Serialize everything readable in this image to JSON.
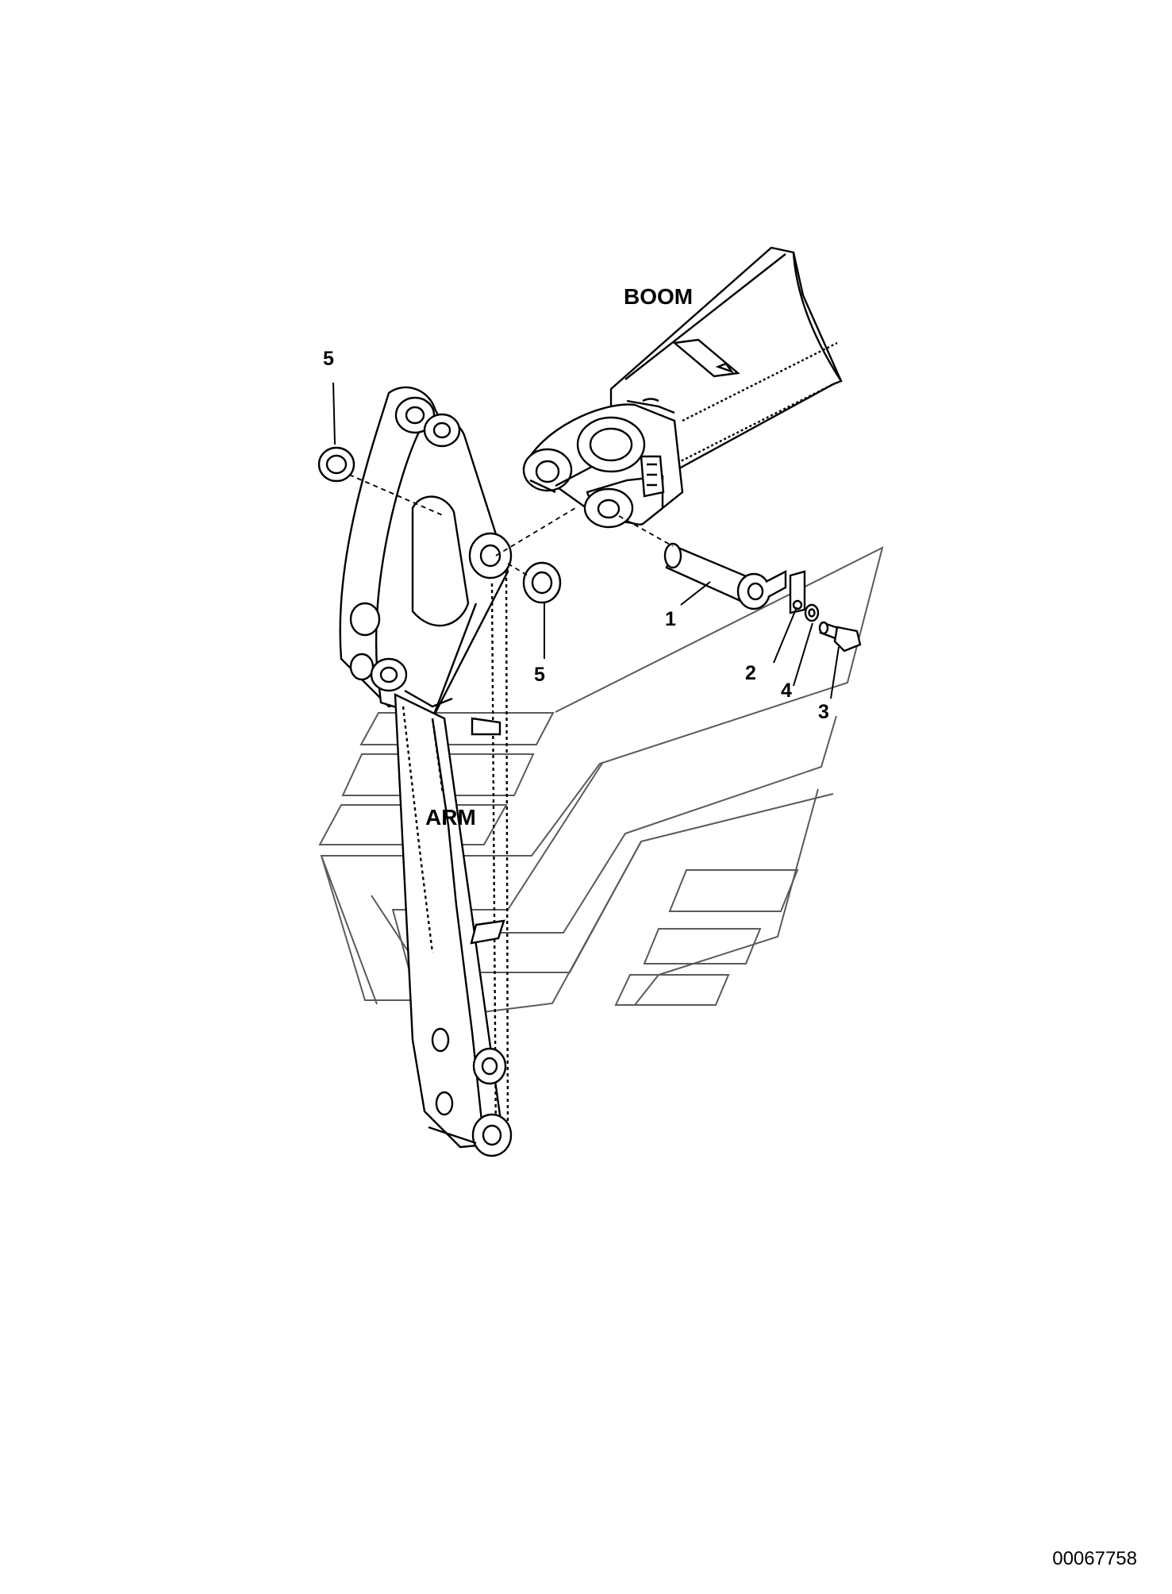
{
  "labels": {
    "boom": "BOOM",
    "arm": "ARM",
    "doc_number": "00067758"
  },
  "callouts": [
    "1",
    "2",
    "4",
    "3",
    "5",
    "5"
  ],
  "colors": {
    "line": "#000000",
    "watermark": "#5a5a5a",
    "background": "#ffffff"
  }
}
